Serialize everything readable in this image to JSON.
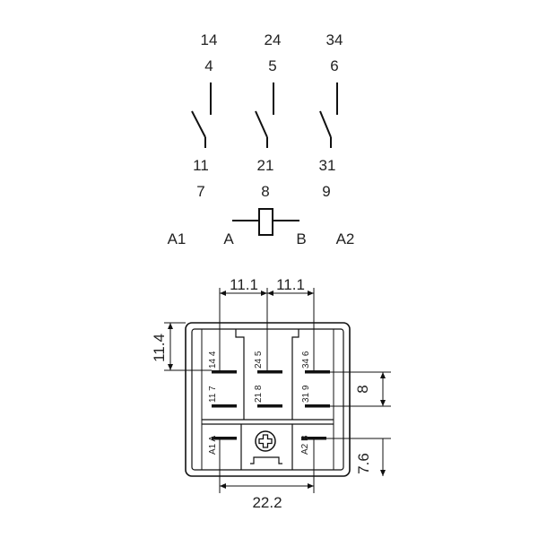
{
  "schematic": {
    "contact_groups": [
      {
        "no_code": "14",
        "no_pin": "4",
        "com_code": "11",
        "com_pin": "7"
      },
      {
        "no_code": "24",
        "no_pin": "5",
        "com_code": "21",
        "com_pin": "8"
      },
      {
        "no_code": "34",
        "no_pin": "6",
        "com_code": "31",
        "com_pin": "9"
      }
    ],
    "coil": {
      "a1": "A1",
      "a": "A",
      "b": "B",
      "a2": "A2"
    }
  },
  "footprint": {
    "pin_labels": {
      "r1c1": "14 4",
      "r1c2": "24 5",
      "r1c3": "34 6",
      "r2c1": "11 7",
      "r2c2": "21 8",
      "r2c3": "31 9",
      "a1": "A1 A",
      "a2": "A2 B"
    },
    "dimensions": {
      "top_left": "11.1",
      "top_right": "11.1",
      "left": "11.4",
      "right_mid": "8",
      "right_bottom": "7.6",
      "bottom": "22.2"
    }
  }
}
